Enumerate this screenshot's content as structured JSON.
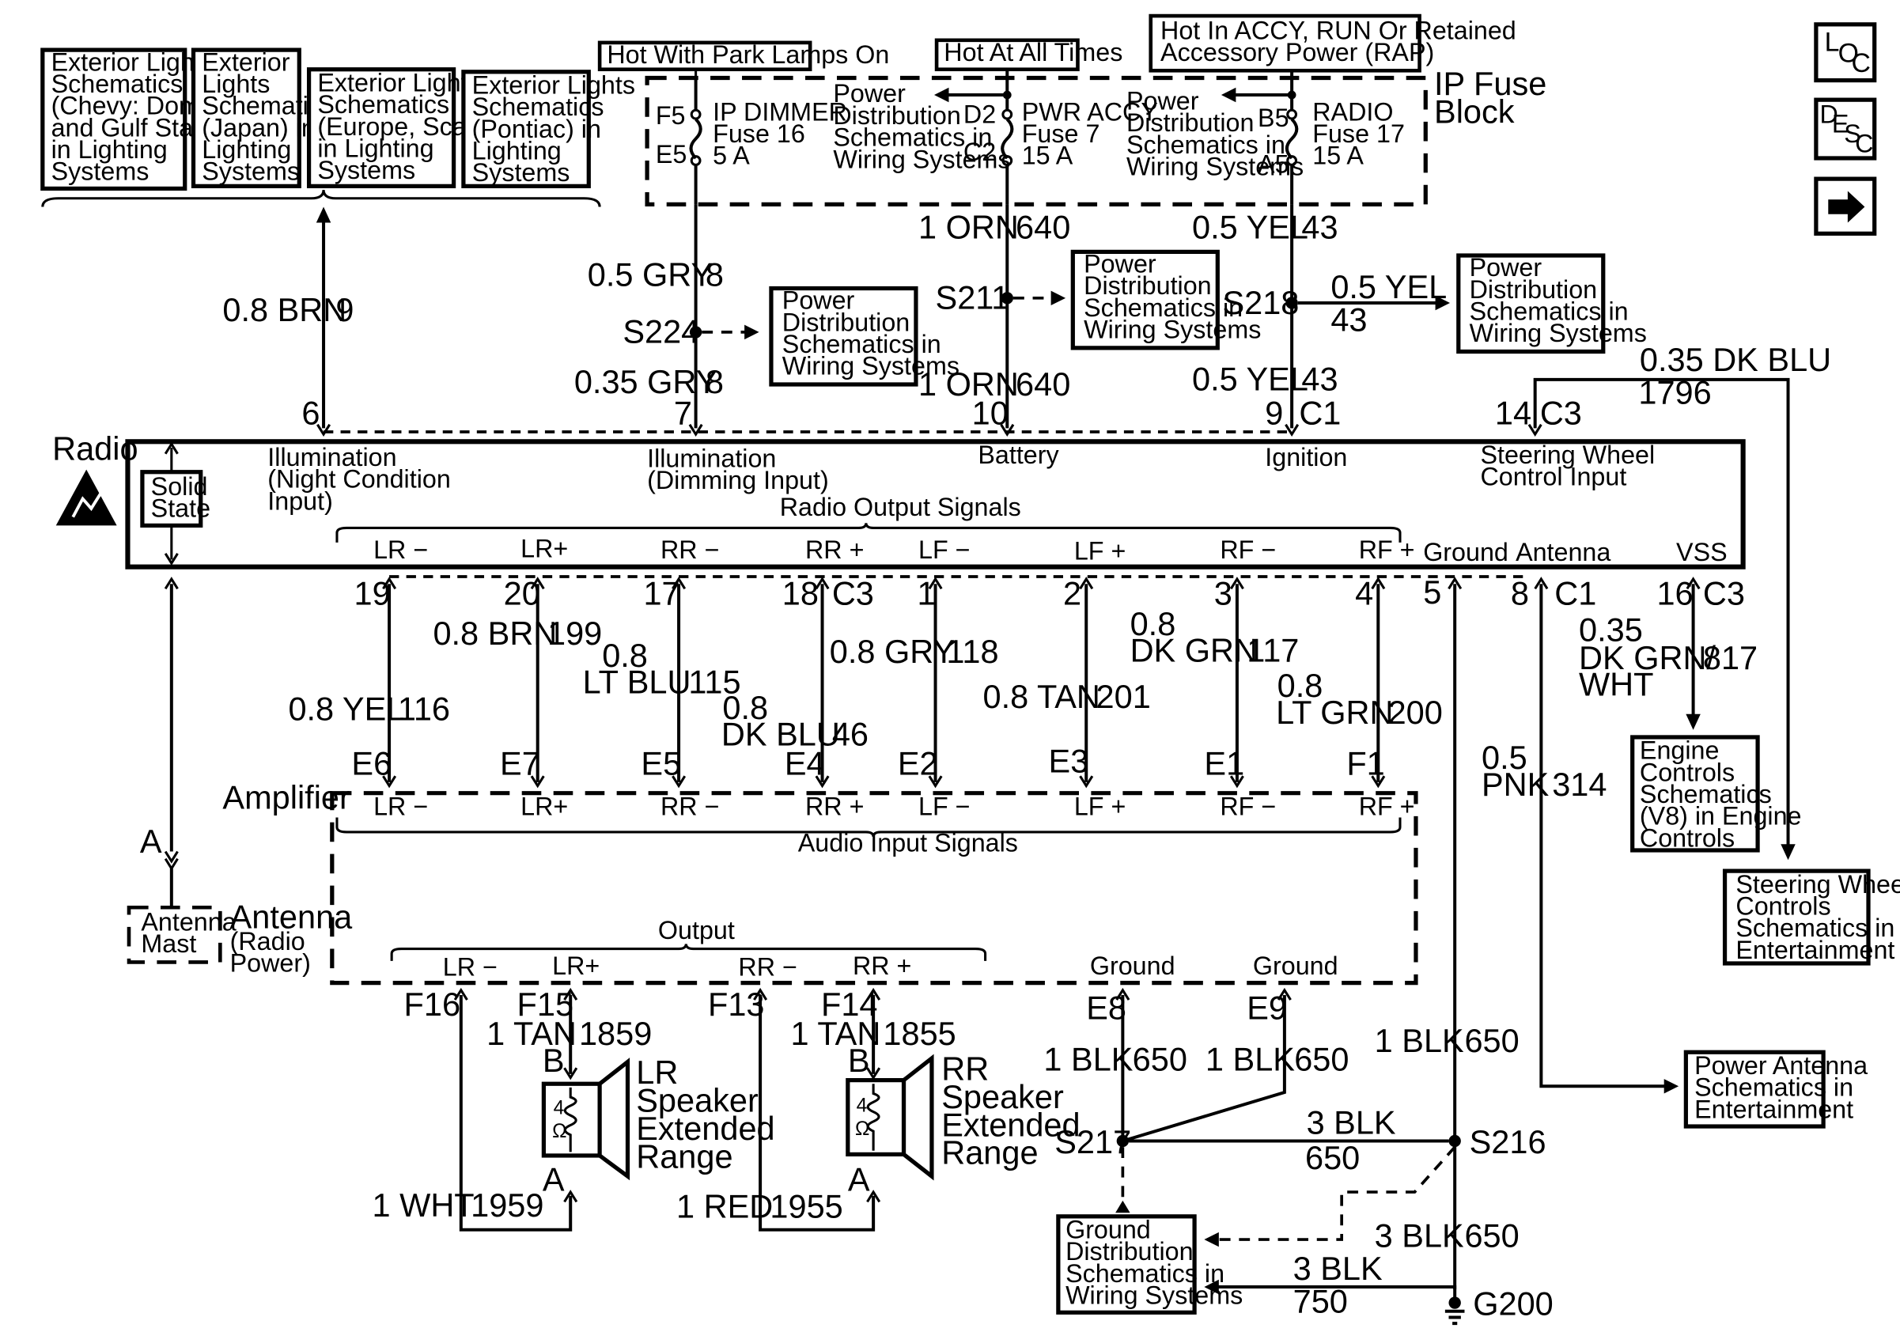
{
  "nav": {
    "loc": {
      "a": "L",
      "b": "O",
      "c": "C"
    },
    "desc": {
      "a": "D",
      "b": "E",
      "c": "S",
      "d": "C"
    }
  },
  "refs": {
    "ext_chevy": [
      "Exterior Lights",
      "Schematics",
      "(Chevy: Dom",
      "and Gulf States)",
      "in Lighting",
      "Systems"
    ],
    "ext_japan": [
      "Exterior",
      "Lights",
      "Schematics",
      "(Japan) in",
      "Lighting",
      "Systems"
    ],
    "ext_europe": [
      "Exterior Lights",
      "Schematics",
      "(Europe, Scand)",
      "in Lighting",
      "Systems"
    ],
    "ext_pontiac": [
      "Exterior Lights",
      "Schematics",
      "(Pontiac) in",
      "Lighting",
      "Systems"
    ],
    "pwr_s224": [
      "Power",
      "Distribution",
      "Schematics in",
      "Wiring Systems"
    ],
    "pwr_s211": [
      "Power",
      "Distribution",
      "Schematics in",
      "Wiring Systems"
    ],
    "pwr_s218": [
      "Power",
      "Distribution",
      "Schematics in",
      "Wiring Systems"
    ],
    "pwr_d2": [
      "Power",
      "Distribution",
      "Schematics in",
      "Wiring Systems"
    ],
    "pwr_b5": [
      "Power",
      "Distribution",
      "Schematics in",
      "Wiring Systems"
    ],
    "engine": [
      "Engine",
      "Controls",
      "Schematics",
      "(V8) in Engine",
      "Controls"
    ],
    "steering": [
      "Steering Wheel",
      "Controls",
      "Schematics in",
      "Entertainment"
    ],
    "power_antenna": [
      "Power Antenna",
      "Schematics in",
      "Entertainment"
    ],
    "ground_dist": [
      "Ground",
      "Distribution",
      "Schematics in",
      "Wiring Systems"
    ]
  },
  "fuse_block": {
    "title": [
      "IP Fuse",
      "Block"
    ],
    "hot_park": "Hot With Park Lamps On",
    "hot_always": "Hot At All Times",
    "hot_accy": [
      "Hot In ACCY, RUN Or Retained",
      "Accessory Power (RAP)"
    ],
    "f5": "F5",
    "e5": "E5",
    "ip_dimmer": [
      "IP DIMMER",
      "Fuse 16",
      "5 A"
    ],
    "d2": "D2",
    "c2": "C2",
    "pwr_accy": [
      "PWR ACCY",
      "Fuse 7",
      "15 A"
    ],
    "b5": "B5",
    "a5": "A5",
    "radio_fuse": [
      "RADIO",
      "Fuse 17",
      "15 A"
    ]
  },
  "upper_wires": {
    "brn": "0.8 BRN",
    "brn_ckt": "9",
    "gry_top": "0.5 GRY",
    "gry_top_ckt": "8",
    "gry_bot": "0.35 GRY",
    "gry_bot_ckt": "8",
    "s224": "S224",
    "orn_top": "1 ORN",
    "orn_top_ckt": "640",
    "orn_bot": "1 ORN",
    "orn_bot_ckt": "640",
    "s211": "S211",
    "yel_top": "0.5 YEL",
    "yel_top_ckt": "43",
    "yel_bot": "0.5 YEL",
    "yel_bot_ckt": "43",
    "yel_side": "0.5 YEL",
    "yel_side_ckt": "43",
    "s218": "S218",
    "dkblu": "0.35 DK BLU",
    "dkblu_ckt": "1796"
  },
  "radio": {
    "title": "Radio",
    "solid_state": [
      "Solid",
      "State"
    ],
    "pin6": "6",
    "pin7": "7",
    "pin10": "10",
    "pin9": "9",
    "c1_top": "C1",
    "pin14": "14",
    "c3_top": "C3",
    "illum_night": [
      "Illumination",
      "(Night Condition",
      "Input)"
    ],
    "illum_dim": [
      "Illumination",
      "(Dimming Input)"
    ],
    "battery": "Battery",
    "ignition": "Ignition",
    "steering_input": [
      "Steering Wheel",
      "Control Input"
    ],
    "output_signals": "Radio Output Signals",
    "sig_labels": [
      "LR −",
      "LR+",
      "RR −",
      "RR +",
      "LF −",
      "LF +",
      "RF −",
      "RF +"
    ],
    "ground": "Ground",
    "antenna": "Antenna",
    "vss": "VSS"
  },
  "radio_pins_bottom": {
    "p19": "19",
    "p20": "20",
    "p17": "17",
    "p18": "18",
    "c3": "C3",
    "p1": "1",
    "p2": "2",
    "p3": "3",
    "p4": "4",
    "p5": "5",
    "p8": "8",
    "c1": "C1",
    "p16": "16",
    "c3b": "C3"
  },
  "speaker_wires": {
    "yel": "0.8 YEL",
    "yel_ckt": "116",
    "brn": "0.8 BRN",
    "brn_ckt": "199",
    "ltblu": [
      "0.8",
      "LT BLU"
    ],
    "ltblu_ckt": "115",
    "dkblu": [
      "0.8",
      "DK BLU"
    ],
    "dkblu_ckt": "46",
    "gry": "0.8 GRY",
    "gry_ckt": "118",
    "tan": "0.8 TAN",
    "tan_ckt": "201",
    "dkgrn": [
      "0.8",
      "DK GRN"
    ],
    "dkgrn_ckt": "117",
    "ltgrn": [
      "0.8",
      "LT GRN"
    ],
    "ltgrn_ckt": "200",
    "pnk": [
      "0.5",
      "PNK"
    ],
    "pnk_ckt": "314",
    "vss": [
      "0.35",
      "DK GRN/",
      "WHT"
    ],
    "vss_ckt": "817"
  },
  "amplifier": {
    "title": "Amplifier",
    "pins": [
      "E6",
      "E7",
      "E5",
      "E4",
      "E2",
      "E3",
      "E1",
      "F1"
    ],
    "in_labels": [
      "LR −",
      "LR+",
      "RR −",
      "RR +",
      "LF −",
      "LF +",
      "RF −",
      "RF +"
    ],
    "audio_input": "Audio Input Signals",
    "output": "Output",
    "out_labels": [
      "LR −",
      "LR+",
      "RR −",
      "RR +"
    ],
    "ground1": "Ground",
    "ground2": "Ground",
    "out_pins": [
      "F16",
      "F15",
      "F13",
      "F14",
      "E8",
      "E9"
    ]
  },
  "antenna": {
    "a": "A",
    "mast": [
      "Antenna",
      "Mast"
    ],
    "label": "Antenna",
    "sub": [
      "(Radio",
      "Power)"
    ]
  },
  "speakers": {
    "lr": [
      "LR",
      "Speaker",
      "Extended",
      "Range"
    ],
    "rr": [
      "RR",
      "Speaker",
      "Extended",
      "Range"
    ],
    "ohm": "4",
    "omega": "Ω",
    "b": "B",
    "a": "A",
    "lr_tan": "1 TAN",
    "lr_tan_ckt": "1859",
    "rr_tan": "1 TAN",
    "rr_tan_ckt": "1855",
    "lr_wht": "1 WHT",
    "lr_wht_ckt": "1959",
    "rr_red": "1 RED",
    "rr_red_ckt": "1955",
    "rr_b": "B",
    "rr_a": "A"
  },
  "grounds": {
    "blk1": "1 BLK",
    "blk1_ckt": "650",
    "blk2": "1 BLK",
    "blk2_ckt": "650",
    "blk3": "1 BLK",
    "blk3_ckt": "650",
    "s217": "S217",
    "s216": "S216",
    "blk_s": "3 BLK",
    "blk_s_ckt": "650",
    "blk_v": "3 BLK",
    "blk_v_ckt": "650",
    "blk_g": "3 BLK",
    "blk_g_ckt": "750",
    "g200": "G200"
  }
}
